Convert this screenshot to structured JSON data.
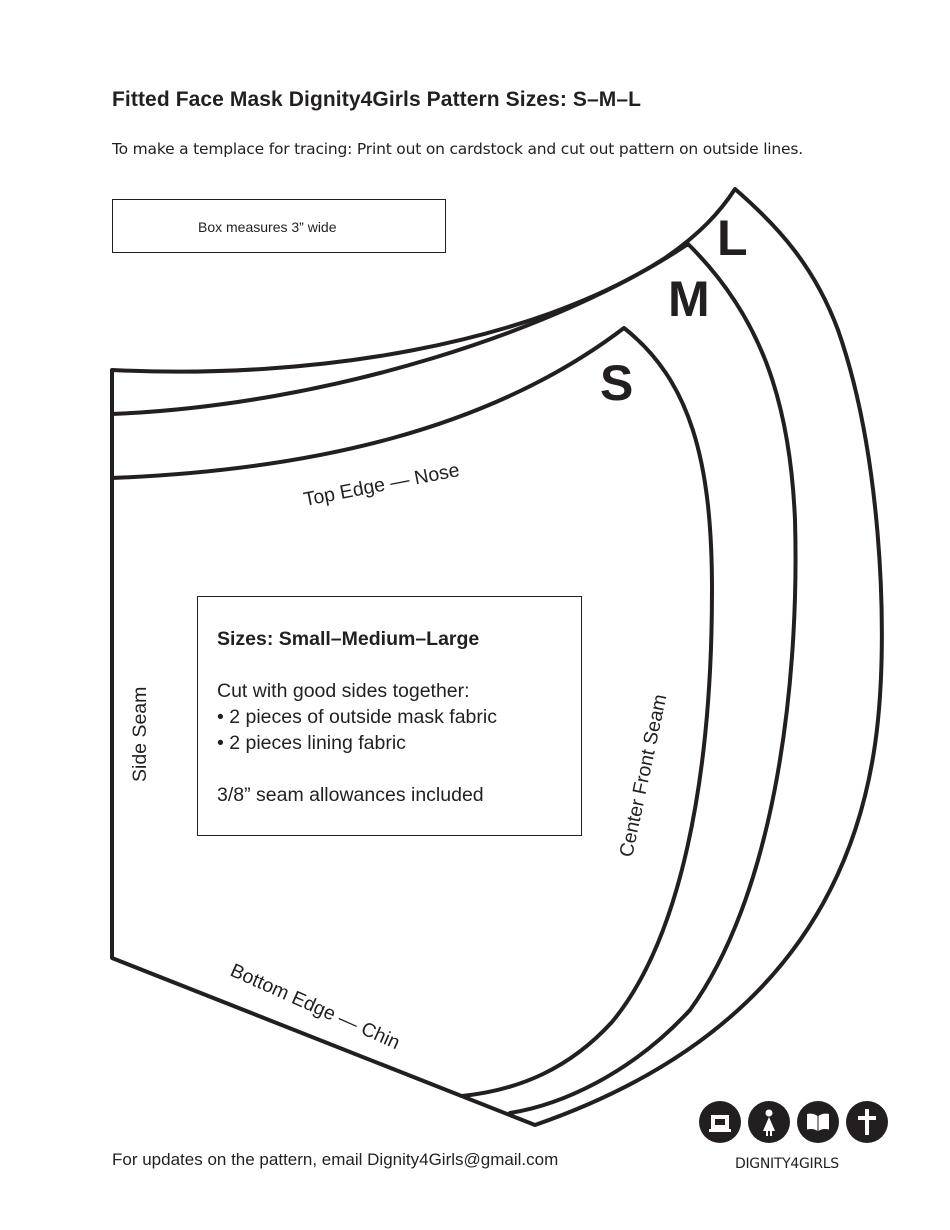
{
  "document": {
    "title": "Fitted Face Mask Dignity4Girls Pattern Sizes: S–M–L",
    "instructions": "To make a templace for tracing: Print out on cardstock and cut out pattern on outside lines.",
    "scale_box_label": "Box measures 3” wide"
  },
  "pattern": {
    "size_labels": {
      "large": "L",
      "medium": "M",
      "small": "S"
    },
    "edge_labels": {
      "top": "Top Edge — Nose",
      "side": "Side Seam",
      "center_front": "Center Front Seam",
      "bottom": "Bottom Edge — Chin"
    }
  },
  "info_box": {
    "heading": "Sizes: Small–Medium–Large",
    "cut_intro": "Cut with good sides together:",
    "items": [
      "• 2 pieces of outside mask fabric",
      "• 2 pieces lining fabric"
    ],
    "note": "3/8” seam allowances included"
  },
  "footer": {
    "email_line": "For updates on the pattern, email Dignity4Girls@gmail.com"
  },
  "logo": {
    "text": "DIGNITY4GIRLS",
    "icons": [
      "sewing-machine-icon",
      "woman-icon",
      "book-icon",
      "cross-icon"
    ],
    "color": "#231f20"
  }
}
